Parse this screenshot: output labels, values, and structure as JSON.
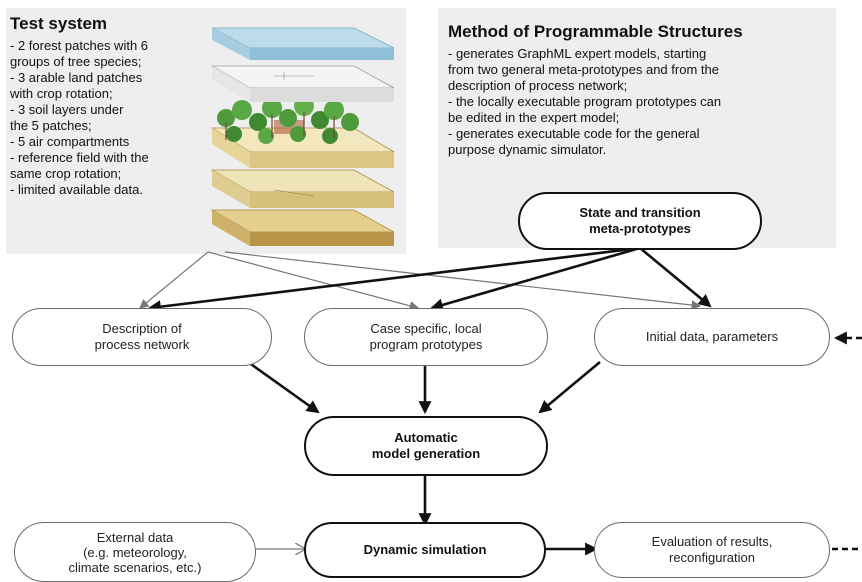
{
  "test_system": {
    "title": "Test system",
    "bullets": [
      "- 2 forest patches with 6",
      "groups of  tree species;",
      "- 3 arable land patches",
      "with crop rotation;",
      "- 3 soil layers under",
      "the 5 patches;",
      "- 5 air compartments",
      "- reference field with the",
      "same crop rotation;",
      "- limited available data."
    ]
  },
  "method": {
    "title": "Method of Programmable Structures",
    "bullets": [
      "- generates GraphML expert models, starting",
      "from two general meta-prototypes and from the",
      "description of process network;",
      "- the locally executable program prototypes can",
      "be edited in the expert model;",
      "- generates executable code for the general",
      "purpose dynamic simulator."
    ]
  },
  "nodes": {
    "meta_prototypes": "State and transition\nmeta-prototypes",
    "process_network": "Description of\nprocess network",
    "local_prototypes": "Case specific, local\nprogram prototypes",
    "initial_data": "Initial data, parameters",
    "model_generation": "Automatic\nmodel generation",
    "external_data": "External data\n(e.g. meteorology,\nclimate scenarios, etc.)",
    "dynamic_simulation": "Dynamic simulation",
    "evaluation": "Evaluation of results,\nreconfiguration"
  },
  "colors": {
    "panel_bg": "#eeeeee",
    "layer_sky": "#bcdcec",
    "layer_white": "#f4f4f4",
    "layer_soil": "#efe3b8",
    "layer_soil_dark": "#d6c07a",
    "tree": "#4f9a3c"
  }
}
